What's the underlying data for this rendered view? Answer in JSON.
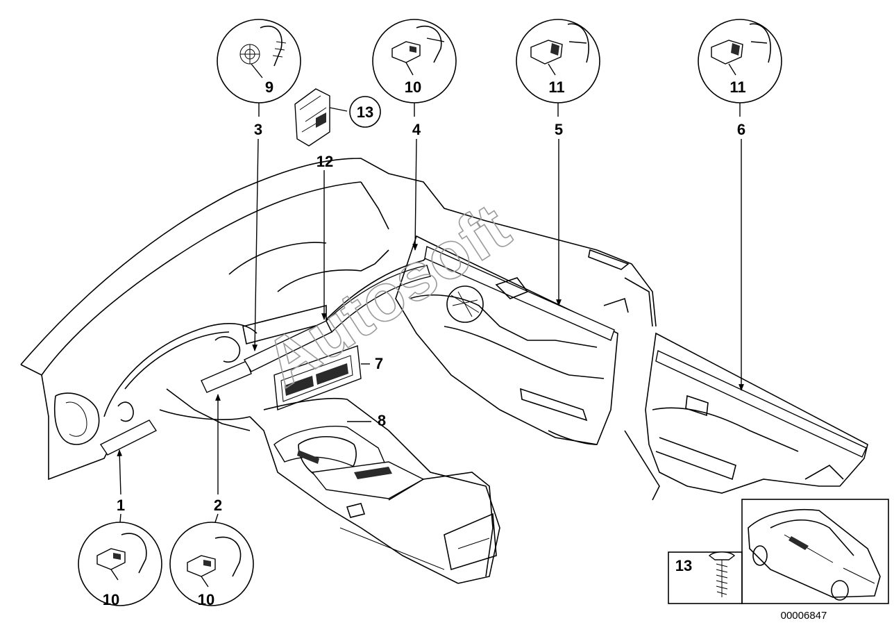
{
  "callouts": {
    "c1": "1",
    "c2": "2",
    "c3": "3",
    "c4": "4",
    "c5": "5",
    "c6": "6",
    "c7": "7",
    "c8": "8",
    "c9": "9",
    "c10_top": "10",
    "c10_bl": "10",
    "c10_br": "10",
    "c11_mid": "11",
    "c11_right": "11",
    "c12": "12",
    "c13_circle": "13",
    "c13_inset": "13"
  },
  "watermark": "Autosoft",
  "document_number": "00006847"
}
